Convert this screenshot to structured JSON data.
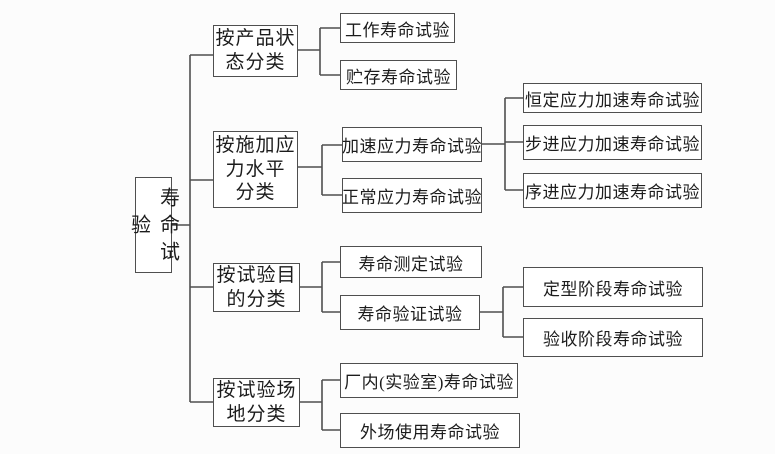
{
  "colors": {
    "background": "#fcfcfc",
    "box_fill": "#ffffff",
    "border": "#4f4f4f",
    "text": "#1c1c1c",
    "line": "#4f4f4f"
  },
  "root": {
    "label": "寿命试验"
  },
  "branches": [
    {
      "category": {
        "line1": "按产品状",
        "line2": "态分类"
      },
      "children": [
        {
          "label": "工作寿命试验"
        },
        {
          "label": "贮存寿命试验"
        }
      ]
    },
    {
      "category": {
        "line1": "按施加应",
        "line2": "力水平",
        "line3": "分类"
      },
      "children": [
        {
          "label": "加速应力寿命试验",
          "children": [
            {
              "label": "恒定应力加速寿命试验"
            },
            {
              "label": "步进应力加速寿命试验"
            },
            {
              "label": "序进应力加速寿命试验"
            }
          ]
        },
        {
          "label": "正常应力寿命试验"
        }
      ]
    },
    {
      "category": {
        "line1": "按试验目",
        "line2": "的分类"
      },
      "children": [
        {
          "label": "寿命测定试验"
        },
        {
          "label": "寿命验证试验",
          "children": [
            {
              "label": "定型阶段寿命试验"
            },
            {
              "label": "验收阶段寿命试验"
            }
          ]
        }
      ]
    },
    {
      "category": {
        "line1": "按试验场",
        "line2": "地分类"
      },
      "children": [
        {
          "label": "厂内(实验室)寿命试验"
        },
        {
          "label": "外场使用寿命试验"
        }
      ]
    }
  ]
}
